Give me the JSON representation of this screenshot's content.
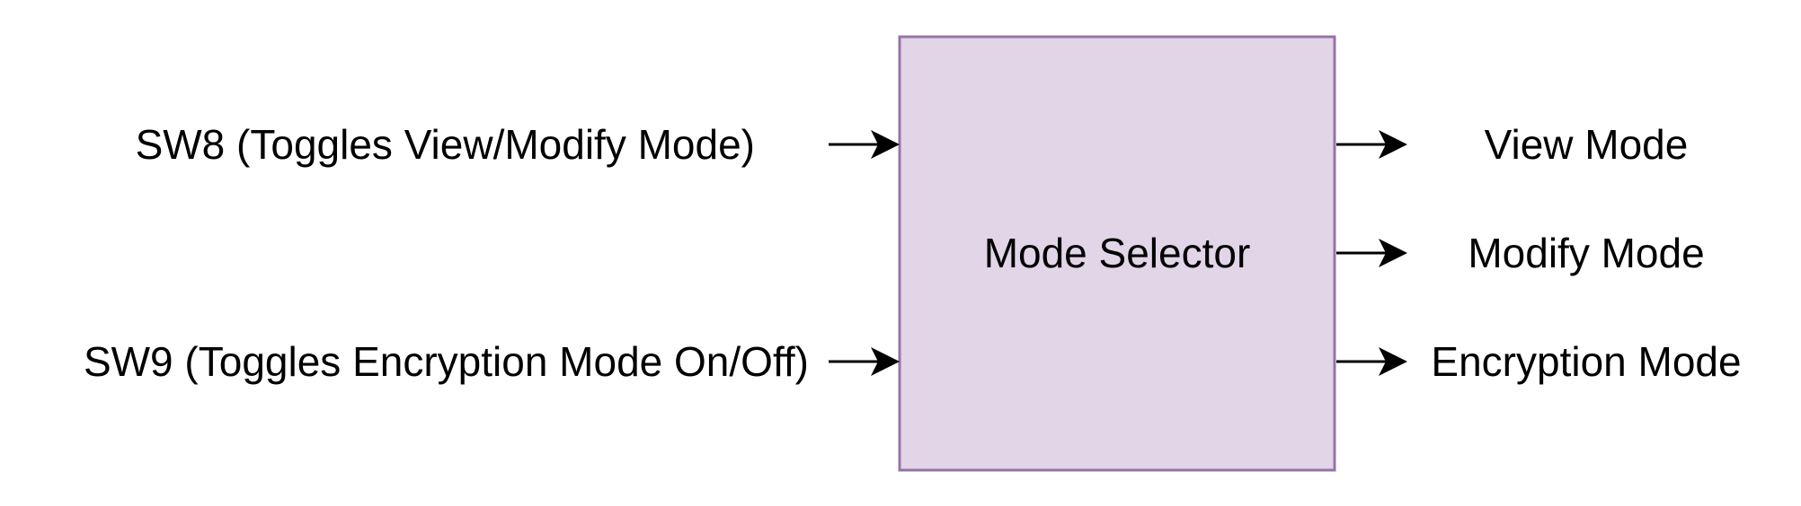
{
  "inputs": [
    {
      "label": "SW8 (Toggles View/Modify Mode)"
    },
    {
      "label": "SW9 (Toggles Encryption Mode On/Off)"
    }
  ],
  "block": {
    "label": "Mode Selector",
    "fill": "#e1d5e7",
    "stroke": "#9673a6"
  },
  "outputs": [
    {
      "label": "View Mode"
    },
    {
      "label": "Modify Mode"
    },
    {
      "label": "Encryption Mode"
    }
  ],
  "arrow_color": "#000000"
}
